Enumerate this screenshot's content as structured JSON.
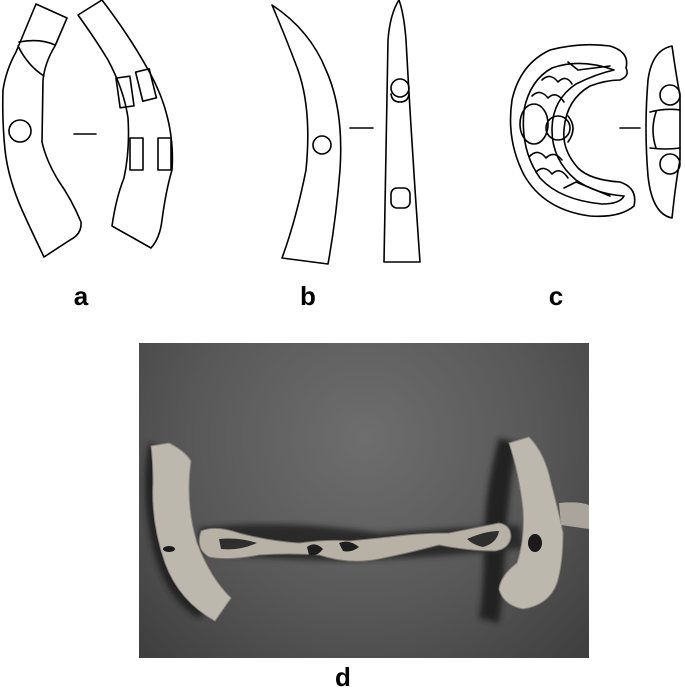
{
  "figure": {
    "panels": [
      {
        "id": "a",
        "label": "a",
        "kind": "line-drawing",
        "description": "Pair of curved cheek-piece fragments: left view with hole and oblique band, right view with four rectangular mortises"
      },
      {
        "id": "b",
        "label": "b",
        "kind": "line-drawing",
        "description": "Curved horn-shaped cheek-piece, side view with one hole and front view with two holes"
      },
      {
        "id": "c",
        "label": "c",
        "kind": "line-drawing",
        "description": "Crescent-shaped decorated plate with central hole, plus edge view with two holes"
      },
      {
        "id": "d",
        "label": "d",
        "kind": "photograph",
        "description": "Photograph of two curved cheek-pieces flanking a twisted bar bit with loop ends on dark background"
      }
    ],
    "colors": {
      "background": "#ffffff",
      "line": "#000000",
      "photo_background": "#585858",
      "photo_object": "#c8c4bc"
    }
  }
}
